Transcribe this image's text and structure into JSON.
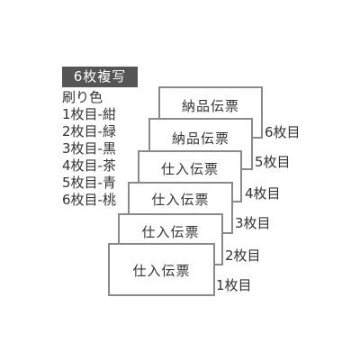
{
  "header": {
    "title": "6枚複写"
  },
  "legend": {
    "heading": "刷り色",
    "items": [
      "1枚目-紺",
      "2枚目-緑",
      "3枚目-黒",
      "4枚目-茶",
      "5枚目-青",
      "6枚目-桃"
    ]
  },
  "slips": [
    {
      "title": "納品伝票",
      "count": "6枚目"
    },
    {
      "title": "納品伝票",
      "count": "5枚目"
    },
    {
      "title": "仕入伝票",
      "count": "4枚目"
    },
    {
      "title": "仕入伝票",
      "count": "3枚目"
    },
    {
      "title": "仕入伝票",
      "count": "2枚目"
    },
    {
      "title": "仕入伝票",
      "count": "1枚目"
    }
  ],
  "colors": {
    "badge_bg": "#555555",
    "border": "#8a8a8a",
    "text": "#333333"
  }
}
